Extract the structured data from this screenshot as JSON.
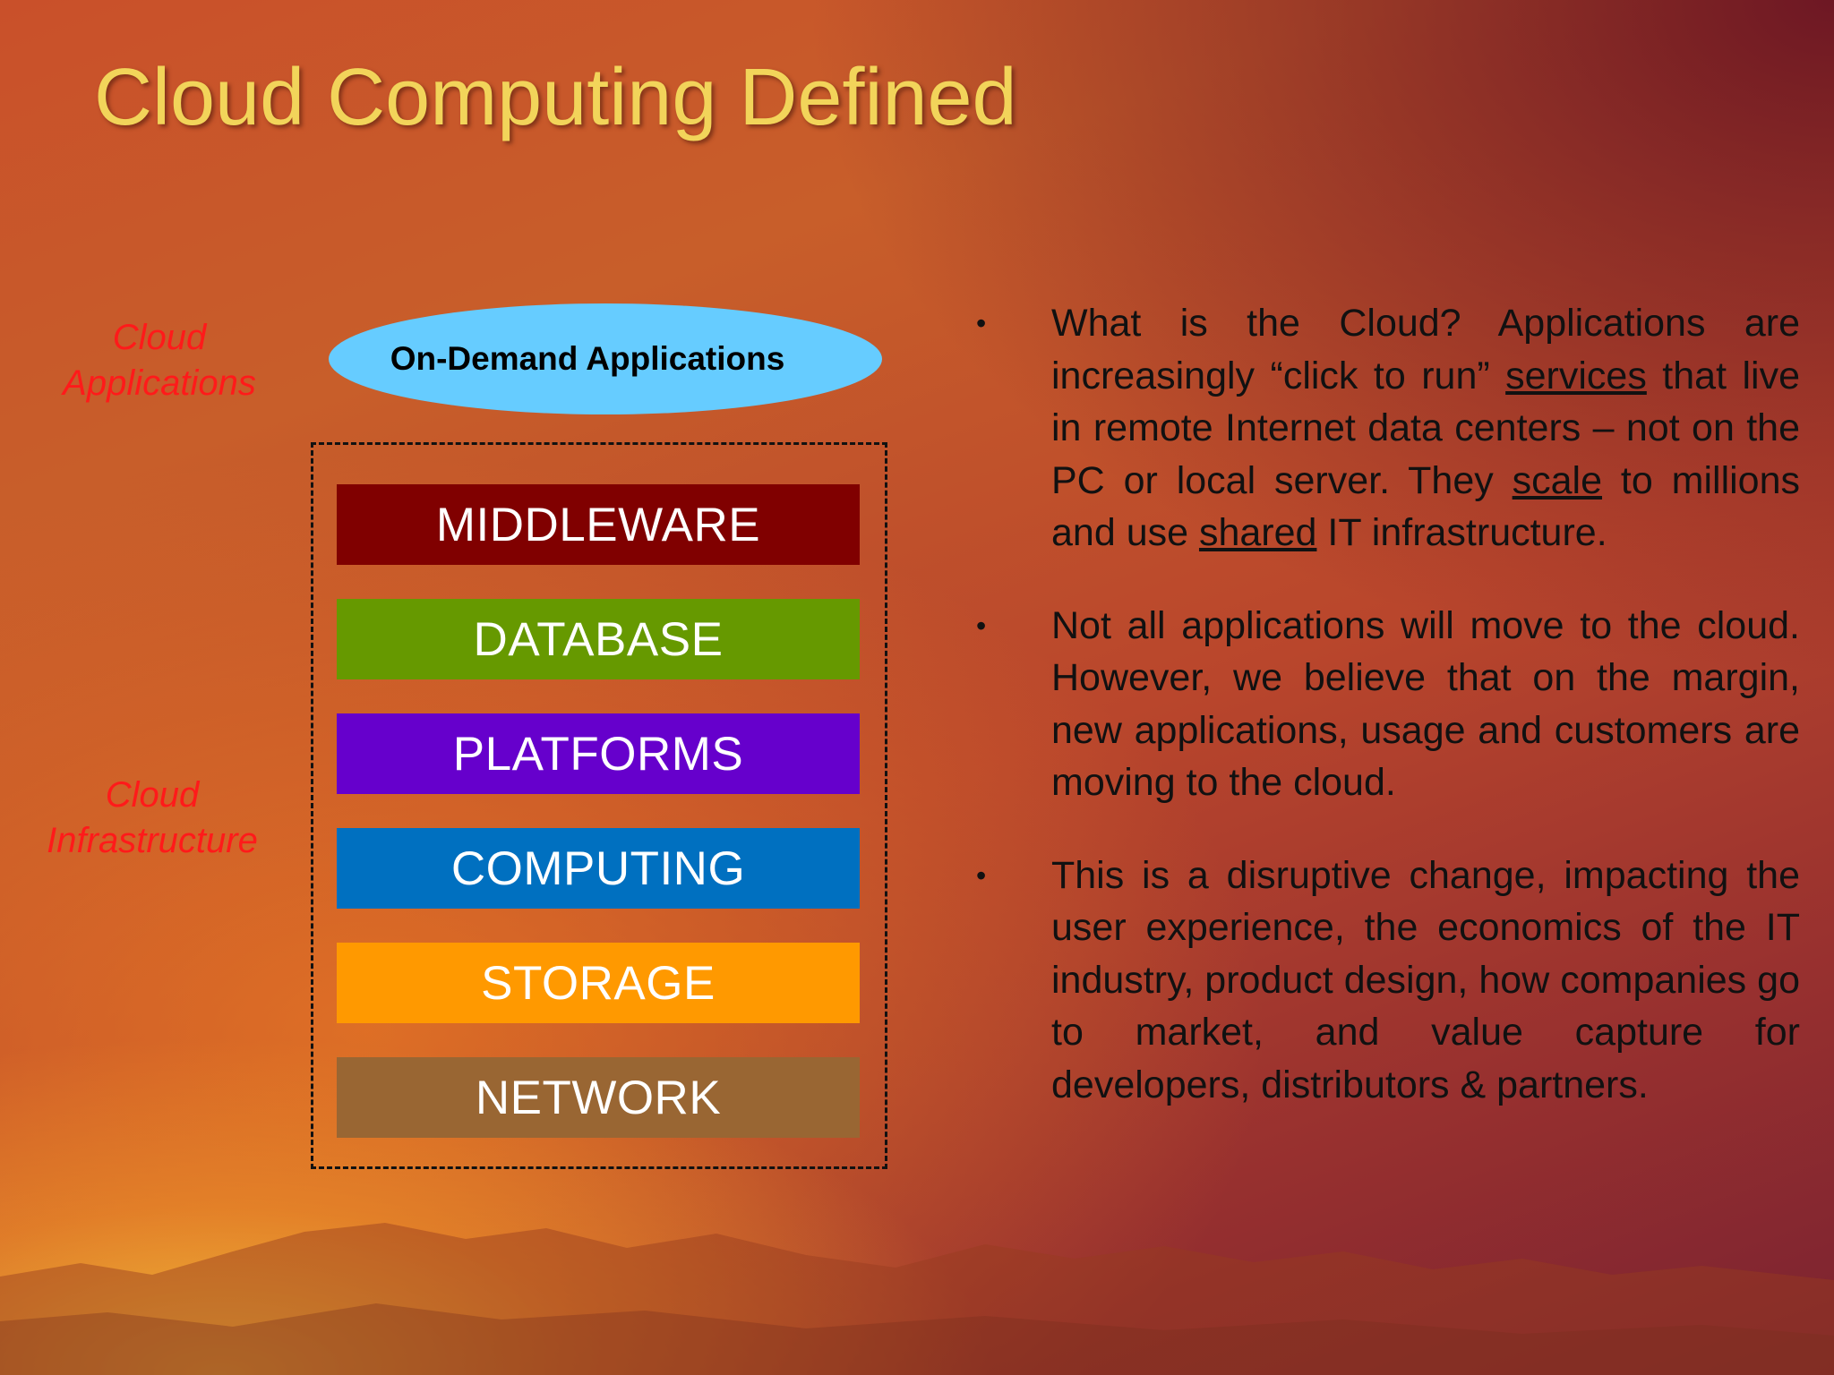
{
  "title": "Cloud Computing Defined",
  "labels": {
    "apps_line1": "Cloud",
    "apps_line2": "Applications",
    "infra_line1": "Cloud",
    "infra_line2": "Infrastructure"
  },
  "ellipse_label": "On-Demand Applications",
  "layers": [
    {
      "label": "MIDDLEWARE",
      "color": "#800000"
    },
    {
      "label": "DATABASE",
      "color": "#669900"
    },
    {
      "label": "PLATFORMS",
      "color": "#6600cc"
    },
    {
      "label": "COMPUTING",
      "color": "#0070c0"
    },
    {
      "label": "STORAGE",
      "color": "#ff9900"
    },
    {
      "label": "NETWORK",
      "color": "#996633"
    }
  ],
  "colors": {
    "title": "#f2d45a",
    "side_labels": "#ff1a1a",
    "ellipse": "#66ccff"
  },
  "bullet_marker": "•",
  "bullets": [
    {
      "parts": [
        {
          "text": "What is the Cloud?  Applications are increasingly “click to run” "
        },
        {
          "text": "services",
          "underline": true
        },
        {
          "text": " that live in remote Internet data centers – not on the PC or local server.  They "
        },
        {
          "text": "scale",
          "underline": true
        },
        {
          "text": " to millions and use "
        },
        {
          "text": "shared",
          "underline": true
        },
        {
          "text": " IT infrastructure."
        }
      ]
    },
    {
      "parts": [
        {
          "text": "Not all applications will move to the cloud.  However, we believe that on the margin, new applications, usage and customers are moving to the cloud."
        }
      ]
    },
    {
      "parts": [
        {
          "text": "This is a disruptive change, impacting the user experience, the economics of the IT industry, product design, how companies go to market, and value capture for developers, distributors & partners."
        }
      ]
    }
  ]
}
